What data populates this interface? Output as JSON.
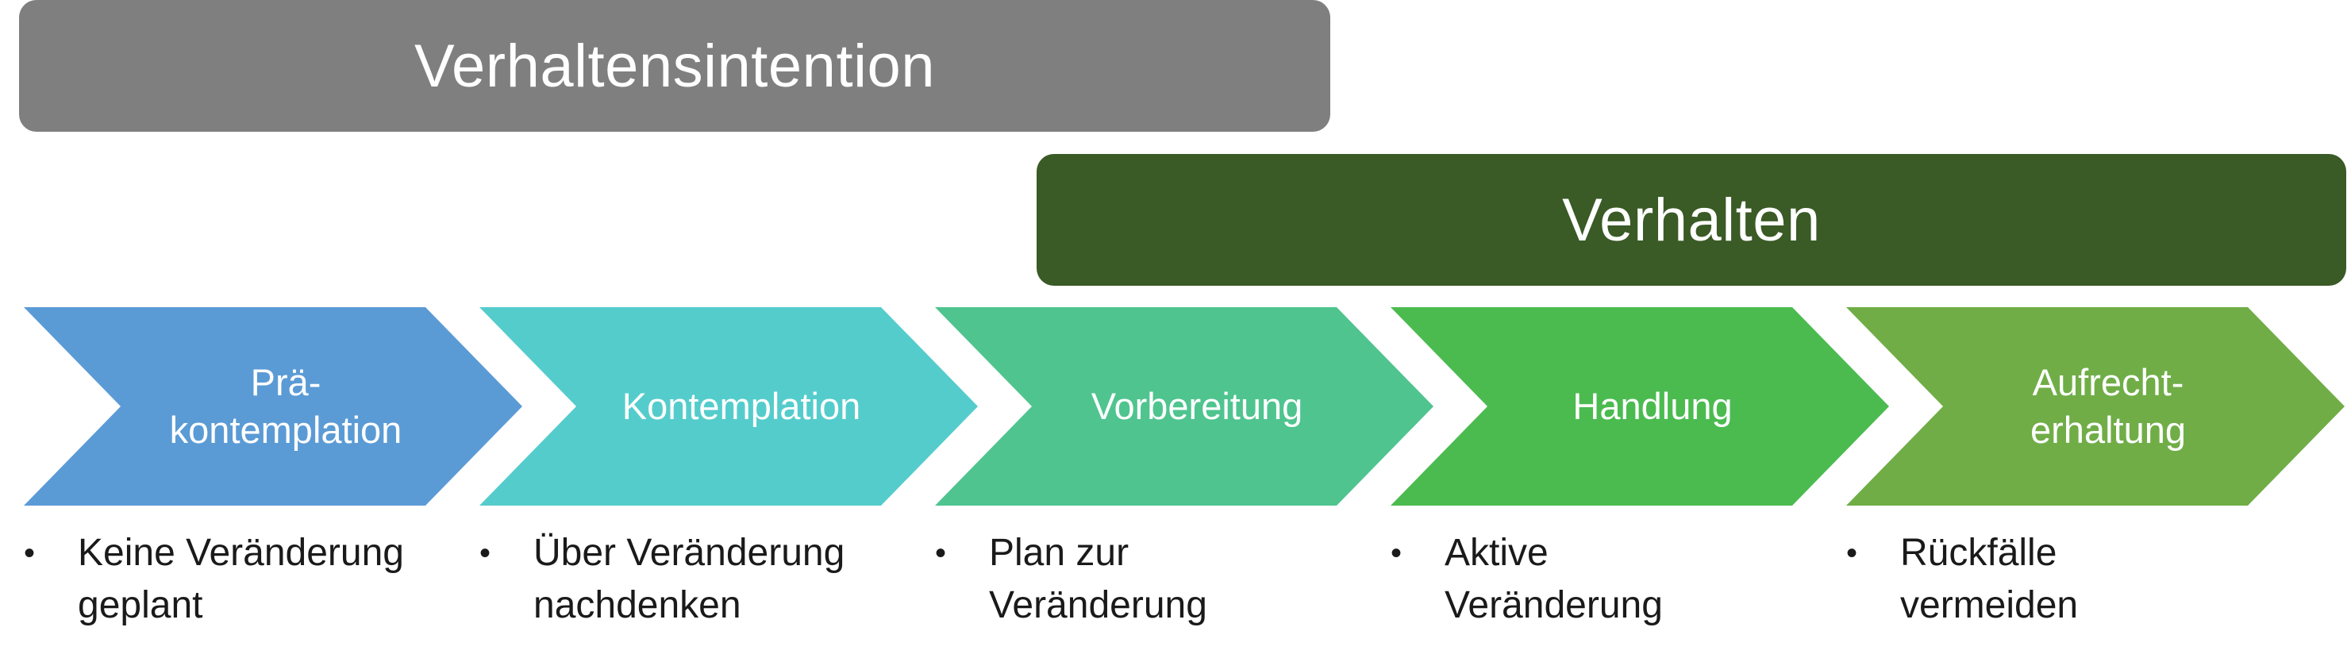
{
  "banners": {
    "intention": "Verhaltensintention",
    "behavior": "Verhalten"
  },
  "stages": [
    {
      "label": "Prä-\nkontemplation",
      "bullet": "Keine Veränderung\ngeplant",
      "color": "#5b9bd5"
    },
    {
      "label": "Kontemplation",
      "bullet": "Über Veränderung\nnachdenken",
      "color": "#55cccc"
    },
    {
      "label": "Vorbereitung",
      "bullet": "Plan zur\nVeränderung",
      "color": "#4fc48f"
    },
    {
      "label": "Handlung",
      "bullet": "Aktive\nVeränderung",
      "color": "#4bbb50"
    },
    {
      "label": "Aufrecht-\nerhaltung",
      "bullet": "Rückfälle\nvermeiden",
      "color": "#70ad47"
    }
  ],
  "bullet_symbol": "•"
}
